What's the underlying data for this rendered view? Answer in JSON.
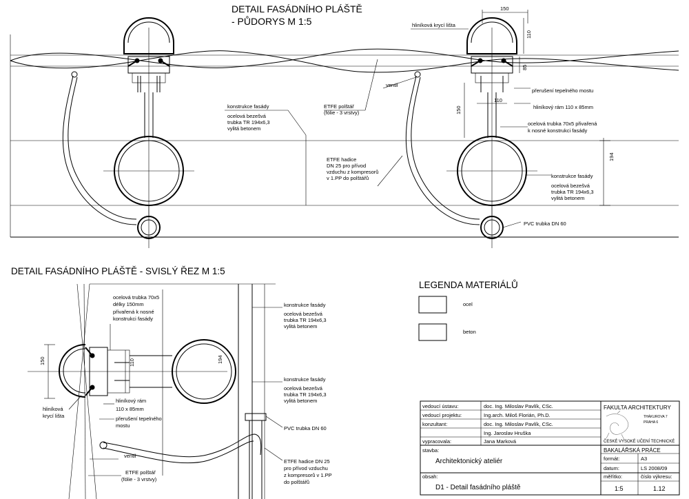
{
  "titles": {
    "plan_line1": "DETAIL FASÁDNÍHO PLÁŠTĚ",
    "plan_line2": "-  PŮDORYS  M 1:5",
    "section": "DETAIL FASÁDNÍHO PLÁŠTĚ  -  SVISLÝ ŘEZ  M 1:5",
    "legend": "LEGENDA MATERIÁLŮ"
  },
  "plan_labels": {
    "krycí_lista": "hliníková krycí lišta",
    "ventil": "ventil",
    "etfe_polstar": "ETFE polštář",
    "folie": "(fólie - 3 vrstvy)",
    "preruseni": "přerušení tepelného mostu",
    "ram": "hliníkový rám 110 x 85mm",
    "trubka_1": "ocelová trubka 70x5 přivařená",
    "trubka_2": "k nosné konstrukci fasády",
    "konstrukce": "konstrukce fasády",
    "ocel_1": "ocelová bezešvá",
    "ocel_2": "trubka TR 194x6,3",
    "ocel_3": "vylitá betonem",
    "hadice_1": "ETFE hadice",
    "hadice_2": "DN 25 pro přívod",
    "hadice_3": "vzduchu z kompresorů",
    "hadice_4": "v 1.PP do polštářů",
    "pvc": "PVC trubka DN 60"
  },
  "plan_dims": {
    "d150_top": "150",
    "d110_side": "110",
    "d85": "85",
    "d110_mid": "110",
    "d150_mid": "150",
    "d194": "194"
  },
  "section_labels": {
    "trubka_1": "ocelová trubka 70x5",
    "trubka_2": "délky 150mm",
    "trubka_3": "přivařená k nosné",
    "trubka_4": "konstrukci fasády",
    "konstrukce": "konstrukce fasády",
    "ocel_1": "ocelová bezešvá",
    "ocel_2": "trubka TR 194x6,3",
    "ocel_3": "vylitá betonem",
    "lista_1": "hliníková",
    "lista_2": "krycí lišta",
    "ram_1": "hliníkový rám",
    "ram_2": "110 x 85mm",
    "prer_1": "přerušení tepelného",
    "prer_2": "mostu",
    "pvc": "PVC trubka DN 60",
    "ventil": "ventil",
    "etfe": "ETFE polštář",
    "folie": "(fólie - 3 vrstvy)",
    "hadice_1": "ETFE hadice DN 25",
    "hadice_2": "pro přívod vzduchu",
    "hadice_3": "z kompresorů v 1.PP",
    "hadice_4": "do polštářů"
  },
  "section_dims": {
    "d150": "150",
    "d110": "110",
    "d194": "194"
  },
  "legend": {
    "items": [
      {
        "label": "ocel"
      },
      {
        "label": "beton"
      }
    ]
  },
  "title_block": {
    "rows": [
      {
        "label": "vedoucí ústavu:",
        "value": "doc. Ing. Miloslav Pavlík, CSc."
      },
      {
        "label": "vedoucí projektu:",
        "value": "Ing.arch. Miloš Florián, Ph.D."
      },
      {
        "label": "konzultant:",
        "value": "doc. Ing. Miloslav Pavlík, CSc."
      },
      {
        "label": "",
        "value": "Ing. Jaroslav Hruška"
      },
      {
        "label": "vypracovala:",
        "value": "Jana Marková"
      }
    ],
    "faculty": "FAKULTA  ARCHITEKTURY",
    "address_1": "THÁKUROVA 7",
    "address_2": "PRAHA 6",
    "university": "ČESKÉ VYSOKÉ UČENÍ TECHNICKÉ",
    "work_type": "BAKALÁŘSKÁ PRÁCE",
    "stavba_label": "stavba:",
    "stavba_value": "Architektonický ateliér",
    "format_label": "formát:",
    "format_value": "A3",
    "datum_label": "datum:",
    "datum_value": "LS 2008/09",
    "obsah_label": "obsah:",
    "obsah_value": "D1 - Detail fasádního pláště",
    "meritko_label": "měřítko:",
    "meritko_value": "1:5",
    "cislo_label": "číslo výkresu:",
    "cislo_value": "1.12"
  }
}
